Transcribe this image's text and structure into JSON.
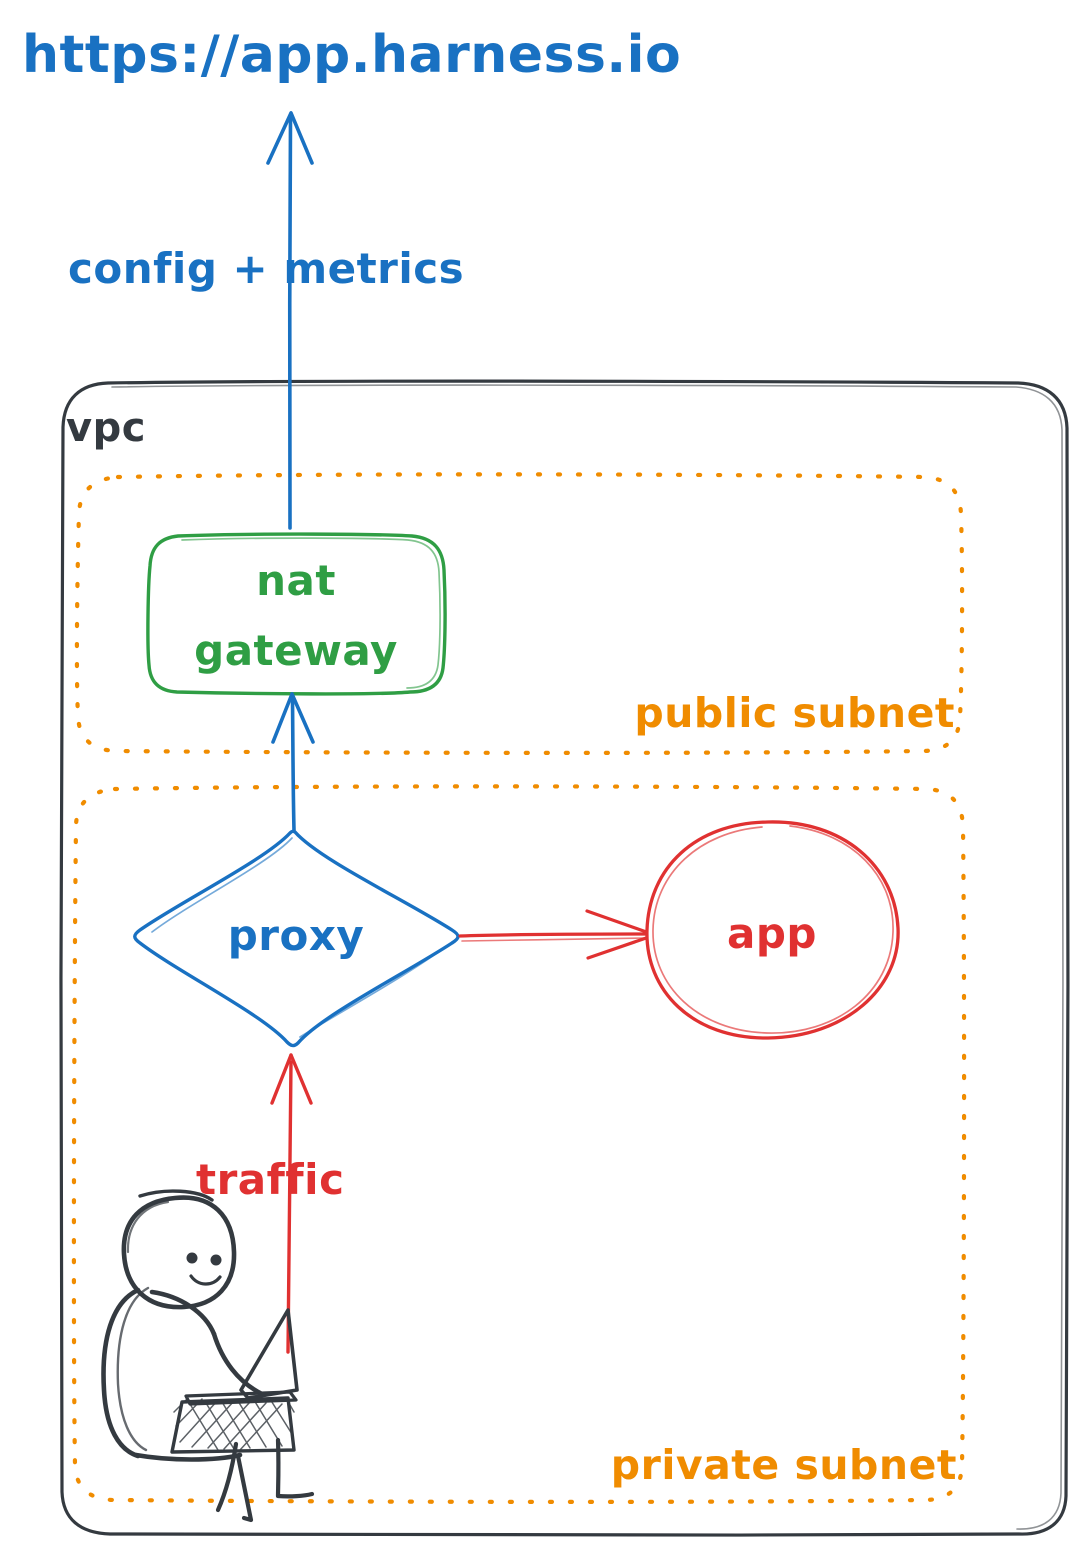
{
  "diagram": {
    "type": "architecture-network-diagram",
    "style": "hand-drawn-sketch",
    "background_color": "#ffffff",
    "title_label": "https://app.harness.io",
    "colors": {
      "blue": "#1971c2",
      "green": "#2f9e44",
      "red": "#e03131",
      "orange": "#f08c00",
      "black": "#343a40"
    },
    "external_endpoint": {
      "label": "https://app.harness.io",
      "color": "#1971c2"
    },
    "edges": [
      {
        "id": "nat-to-internet",
        "label": "config + metrics",
        "color": "#1971c2",
        "from": "nat gateway",
        "to": "https://app.harness.io",
        "direction": "up"
      },
      {
        "id": "proxy-to-nat",
        "label": "",
        "color": "#1971c2",
        "from": "proxy",
        "to": "nat gateway",
        "direction": "up"
      },
      {
        "id": "proxy-to-app",
        "label": "",
        "color": "#e03131",
        "from": "proxy",
        "to": "app",
        "direction": "right"
      },
      {
        "id": "user-to-proxy",
        "label": "traffic",
        "color": "#e03131",
        "from": "user",
        "to": "proxy",
        "direction": "up"
      }
    ],
    "containers": [
      {
        "id": "vpc",
        "label": "vpc",
        "color": "#343a40",
        "border": "solid",
        "label_position": "top-left"
      },
      {
        "id": "public-subnet",
        "label": "public subnet",
        "color": "#f08c00",
        "border": "dotted",
        "label_position": "bottom-right"
      },
      {
        "id": "private-subnet",
        "label": "private subnet",
        "color": "#f08c00",
        "border": "dotted",
        "label_position": "bottom-right"
      }
    ],
    "nodes": [
      {
        "id": "nat-gateway",
        "label_line1": "nat",
        "label_line2": "gateway",
        "shape": "rounded-rectangle",
        "color": "#2f9e44",
        "container": "public-subnet"
      },
      {
        "id": "proxy",
        "label": "proxy",
        "shape": "diamond",
        "color": "#1971c2",
        "container": "private-subnet"
      },
      {
        "id": "app",
        "label": "app",
        "shape": "ellipse",
        "color": "#e03131",
        "container": "private-subnet"
      },
      {
        "id": "user",
        "label": "",
        "shape": "person-with-laptop",
        "color": "#343a40",
        "container": "private-subnet"
      }
    ]
  }
}
